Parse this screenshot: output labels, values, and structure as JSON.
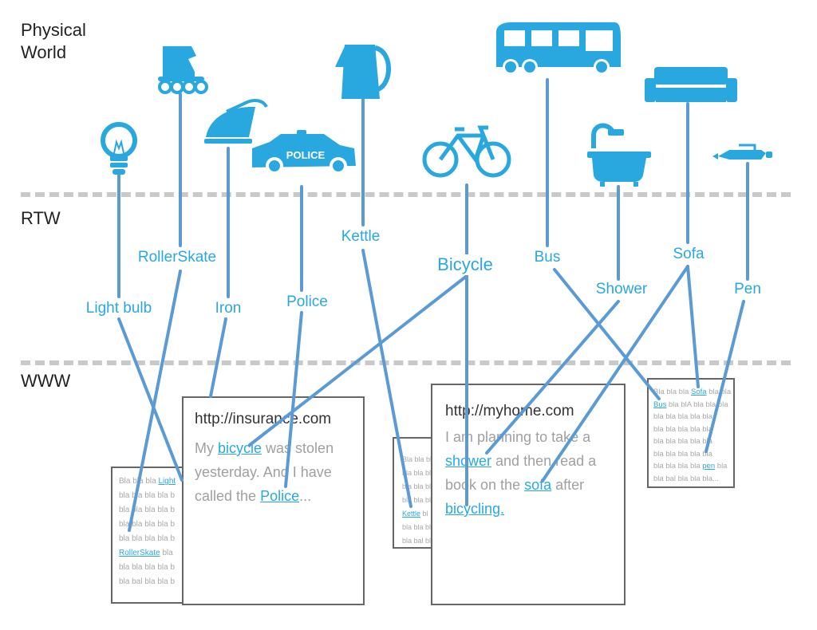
{
  "layers": {
    "physical": [
      "Physical",
      "World"
    ],
    "rtw": "RTW",
    "www": "WWW"
  },
  "colors": {
    "icon": "#29a8e0",
    "link_line": "#5b9bd5",
    "label": "#29a8e0",
    "divider": "#c9c9c9"
  },
  "things": [
    {
      "icon": "light-bulb-icon",
      "label": "Light bulb"
    },
    {
      "icon": "roller-skate-icon",
      "label": "RollerSkate"
    },
    {
      "icon": "iron-icon",
      "label": "Iron"
    },
    {
      "icon": "police-car-icon",
      "label": "Police",
      "badge": "POLICE"
    },
    {
      "icon": "kettle-icon",
      "label": "Kettle"
    },
    {
      "icon": "bicycle-icon",
      "label": "Bicycle"
    },
    {
      "icon": "bus-icon",
      "label": "Bus"
    },
    {
      "icon": "shower-icon",
      "label": "Shower"
    },
    {
      "icon": "sofa-icon",
      "label": "Sofa"
    },
    {
      "icon": "pen-icon",
      "label": "Pen"
    }
  ],
  "docs": {
    "insurance": {
      "url": "http://insurance.com",
      "t1": "My ",
      "l1": "bicycle",
      "t2": " was stolen yesterday. And I have called the ",
      "l2": "Police",
      "t3": "..."
    },
    "myhome": {
      "url": "http://myhome.com",
      "t1": "I am planning to take a ",
      "l1": "shower",
      "t2": " and then read a book on the ",
      "l2": "sofa",
      "t3": " after ",
      "l3": "bicycling."
    },
    "left_small": [
      [
        "Bla bla bla ",
        "Light",
        ""
      ],
      [
        "bla bla  bla bla b",
        "",
        ""
      ],
      [
        "bla bla bla bla b",
        "",
        ""
      ],
      [
        "bla bla bla bla b",
        "",
        ""
      ],
      [
        "bla bla bla bla b",
        "",
        ""
      ],
      [
        "",
        "RollerSkate",
        " bla"
      ],
      [
        "bla bla bla bla b",
        "",
        ""
      ],
      [
        "bla bal bla bla b",
        "",
        ""
      ]
    ],
    "mid_small": [
      [
        "Bla bla bl",
        "",
        ""
      ],
      [
        "bla bla bl",
        "",
        ""
      ],
      [
        "bla bla bl",
        "",
        ""
      ],
      [
        "bla bla bl",
        "",
        ""
      ],
      [
        "",
        "Kettle",
        " bl"
      ],
      [
        "bla bla bl",
        "",
        ""
      ],
      [
        "bla bal bl",
        "",
        ""
      ]
    ],
    "right_small": [
      [
        "Bla bla bla ",
        "Sofa",
        " bla bla"
      ],
      [
        "",
        "Bus",
        " bla blA bla bla bla"
      ],
      [
        "bla bla bla bla bla",
        "",
        ""
      ],
      [
        "bla bla bla bla bla",
        "",
        ""
      ],
      [
        "bla bla bla bla bla",
        "",
        ""
      ],
      [
        "bla bla bla bla bla",
        "",
        ""
      ],
      [
        "bla bla bla bla ",
        "pen",
        " bla"
      ],
      [
        "bla bal bla bla bla...",
        "",
        ""
      ]
    ]
  }
}
